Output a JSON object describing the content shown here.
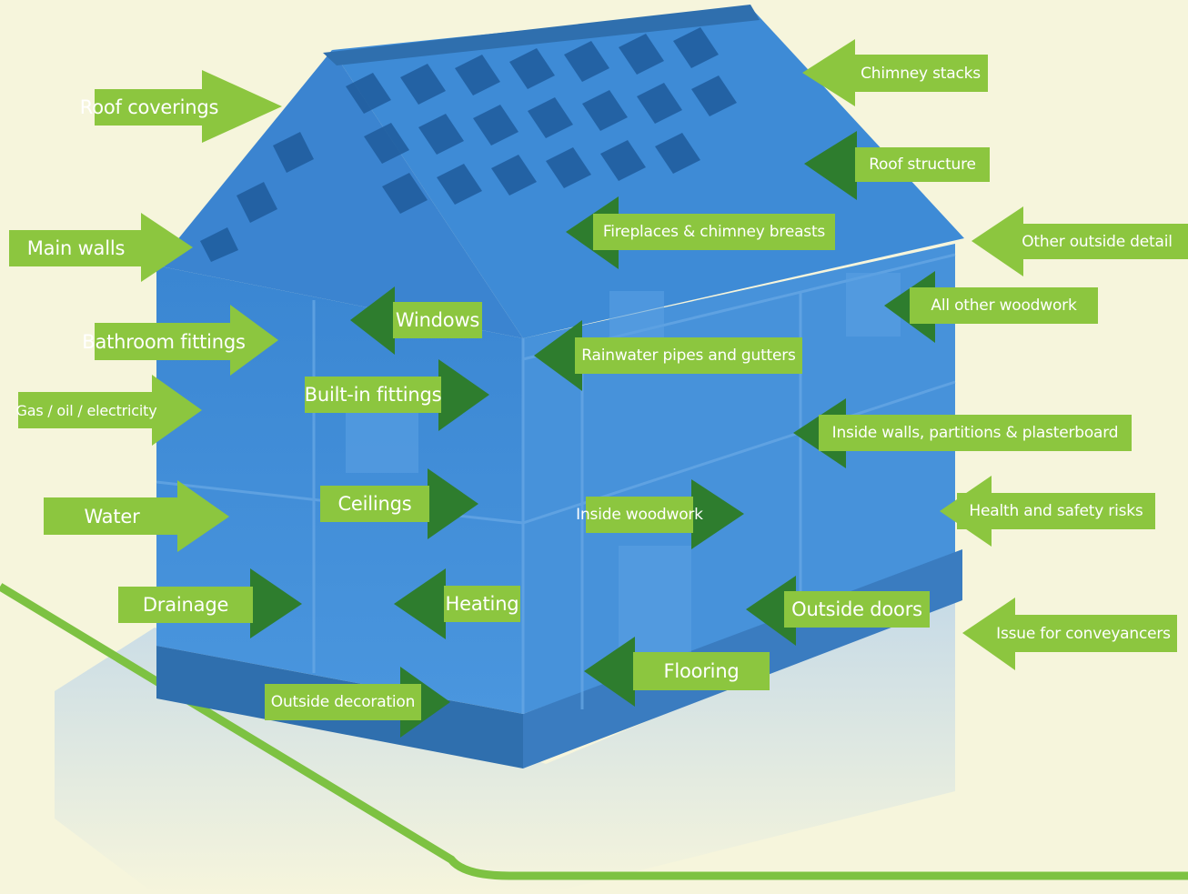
{
  "colors": {
    "background": "#f6f5dc",
    "house": "#3f8fd8",
    "label_light_green": "#8cc63f",
    "label_dark_green": "#2e7d2e",
    "curve_line": "#7dc242"
  },
  "labels": {
    "roof_coverings": "Roof coverings",
    "chimney_stacks": "Chimney stacks",
    "roof_structure": "Roof structure",
    "main_walls": "Main walls",
    "fireplaces": "Fireplaces & chimney breasts",
    "other_outside_detail": "Other outside detail",
    "all_other_woodwork": "All other woodwork",
    "windows": "Windows",
    "bathroom_fittings": "Bathroom fittings",
    "rainwater": "Rainwater pipes and gutters",
    "built_in_fittings": "Built-in fittings",
    "gas_oil_electricity": "Gas / oil / electricity",
    "inside_walls": "Inside walls, partitions & plasterboard",
    "water": "Water",
    "ceilings": "Ceilings",
    "inside_woodwork": "Inside woodwork",
    "health_safety": "Health and safety risks",
    "drainage": "Drainage",
    "heating": "Heating",
    "outside_doors": "Outside doors",
    "conveyancers": "Issue for conveyancers",
    "flooring": "Flooring",
    "outside_decoration": "Outside decoration"
  }
}
